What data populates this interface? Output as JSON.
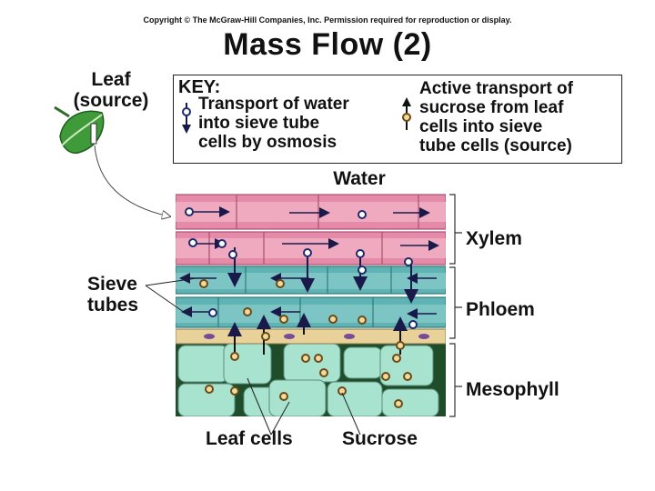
{
  "copyright": "Copyright © The McGraw-Hill Companies, Inc. Permission required for reproduction or display.",
  "title": "Mass Flow (2)",
  "leaf_label": [
    "Leaf",
    "(source)"
  ],
  "key": {
    "title": "KEY:",
    "water_text": [
      "Transport of water",
      "into sieve tube",
      "cells by osmosis"
    ],
    "sucrose_text": [
      "Active transport of",
      "sucrose from leaf",
      "cells into sieve",
      "tube cells (source)"
    ]
  },
  "labels": {
    "water": "Water",
    "xylem": "Xylem",
    "phloem": "Phloem",
    "mesophyll": "Mesophyll",
    "sieve_tubes": [
      "Sieve",
      "tubes"
    ],
    "leaf_cells": "Leaf cells",
    "sucrose": "Sucrose"
  },
  "colors": {
    "xylem": "#e58aa8",
    "phloem": "#5fb3b3",
    "mesophyll_cell": "#a8e3cf",
    "mesophyll_bg": "#1f4d2a",
    "companion": "#e8d29a",
    "water_dot": "#1f2a6b",
    "sucrose_dot": "#e8c37a",
    "arrow": "#1a1a4a"
  }
}
